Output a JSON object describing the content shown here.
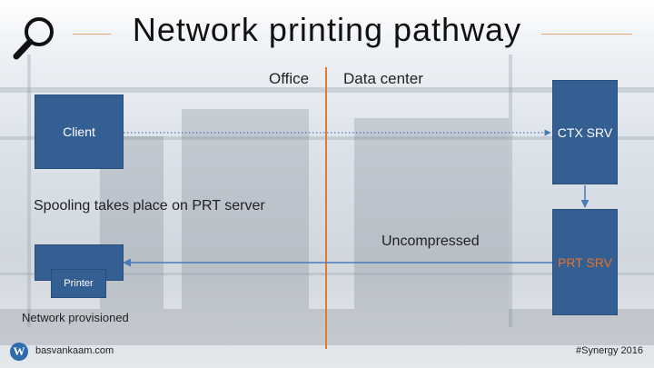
{
  "title": "Network printing pathway",
  "zones": {
    "left": "Office",
    "right": "Data center"
  },
  "nodes": {
    "client": "Client",
    "ctx_srv": "CTX SRV",
    "prt_srv": "PRT SRV",
    "printer": "Printer"
  },
  "captions": {
    "spooling": "Spooling takes place on PRT server",
    "uncompressed": "Uncompressed",
    "network_provisioned": "Network provisioned"
  },
  "footer": {
    "site": "basvankaam.com",
    "hashtag": "#Synergy 2016"
  },
  "colors": {
    "box": "#345f93",
    "accent": "#e07a2c",
    "prt_text": "#e8702a",
    "arrow": "#4a79b8"
  },
  "icons": [
    "search-icon",
    "wordpress-icon"
  ]
}
